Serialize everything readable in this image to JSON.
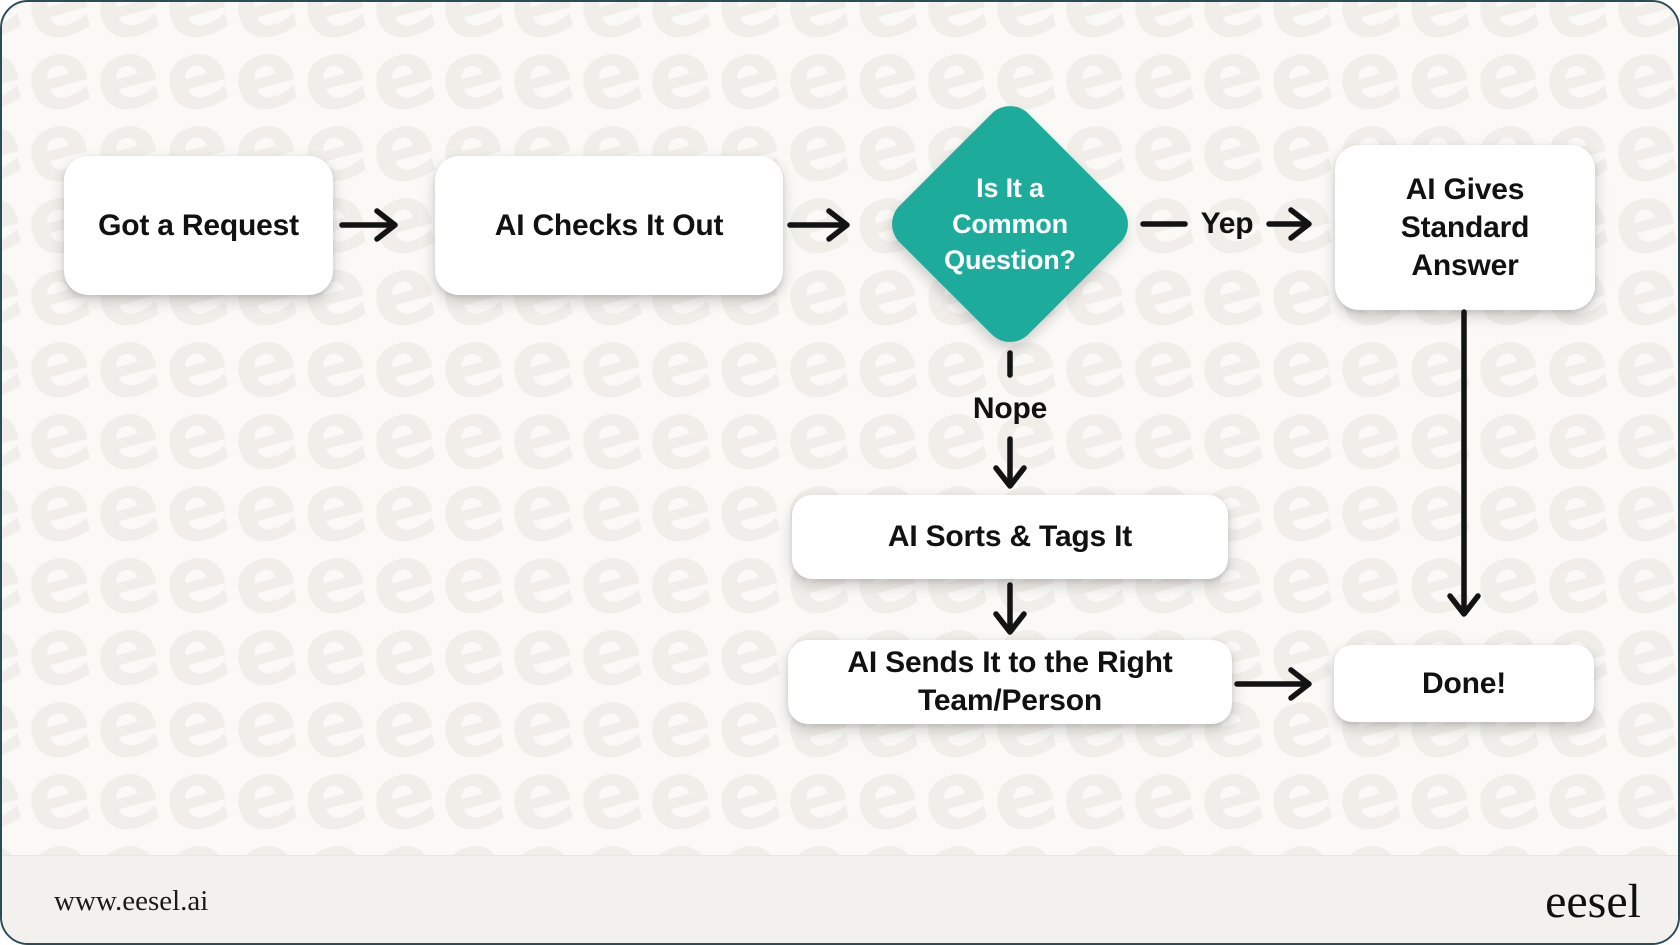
{
  "colors": {
    "background": "#faf9f6",
    "watermark": "#f1eeea",
    "footer_background": "#f3f1ed",
    "node_background": "#ffffff",
    "accent_teal": "#1dab9b",
    "text": "#111111",
    "arrow": "#131313",
    "card_border": "#2c4d58",
    "diamond_text": "#ffffff"
  },
  "watermark": {
    "char": "e"
  },
  "flow": {
    "request": {
      "label": "Got a Request"
    },
    "check": {
      "label": "AI Checks It Out"
    },
    "decision": {
      "lines": [
        "Is It a",
        "Common",
        "Question?"
      ]
    },
    "standard": {
      "lines": [
        "AI Gives",
        "Standard",
        "Answer"
      ]
    },
    "yes_label": "Yep",
    "no_label": "Nope",
    "sort": {
      "label": "AI Sorts & Tags It"
    },
    "send": {
      "lines": [
        "AI Sends It to the Right",
        "Team/Person"
      ]
    },
    "done": {
      "label": "Done!"
    }
  },
  "footer": {
    "url": "www.eesel.ai",
    "logo": "eesel"
  }
}
